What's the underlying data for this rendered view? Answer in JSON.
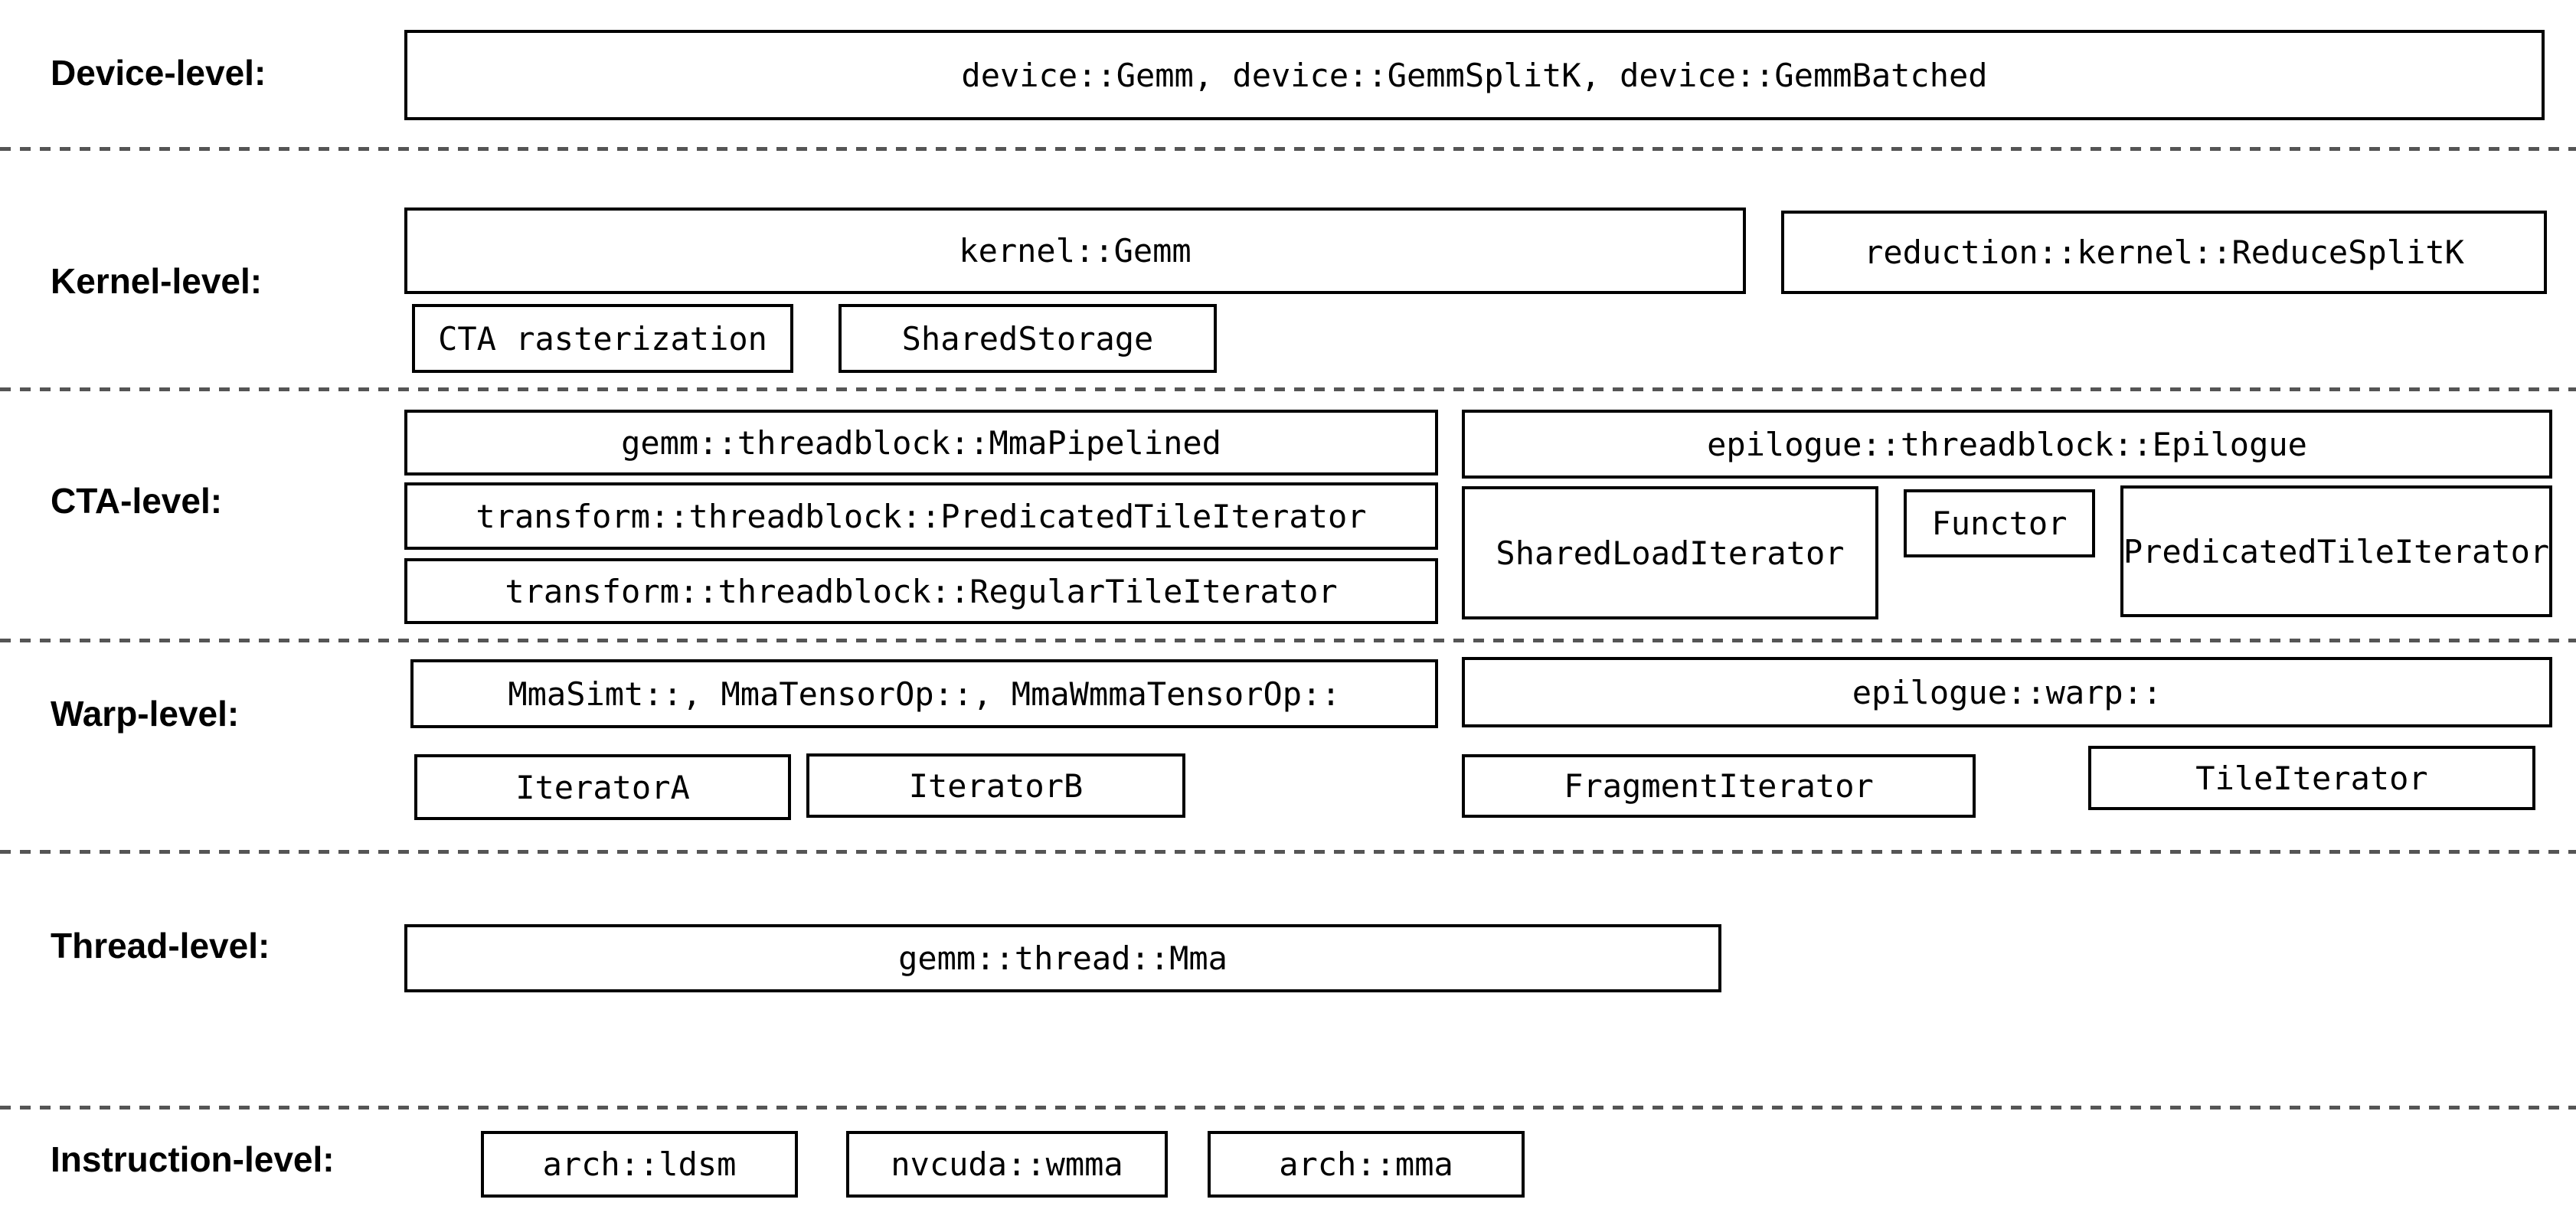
{
  "levels": {
    "device": {
      "label": "Device-level:",
      "gemm_box": "device::Gemm, device::GemmSplitK, device::GemmBatched"
    },
    "kernel": {
      "label": "Kernel-level:",
      "gemm": "kernel::Gemm",
      "reduce_splitk": "reduction::kernel::ReduceSplitK",
      "cta_rasterization": "CTA rasterization",
      "shared_storage": "SharedStorage"
    },
    "cta": {
      "label": "CTA-level:",
      "mma_pipelined": "gemm::threadblock::MmaPipelined",
      "epilogue": "epilogue::threadblock::Epilogue",
      "predicated_tile_iterator": "transform::threadblock::PredicatedTileIterator",
      "regular_tile_iterator": "transform::threadblock::RegularTileIterator",
      "shared_load_iterator": "SharedLoadIterator",
      "functor": "Functor",
      "epilogue_predicated_tile_iterator": "PredicatedTileIterator"
    },
    "warp": {
      "label": "Warp-level:",
      "mma_ops": "MmaSimt::, MmaTensorOp::, MmaWmmaTensorOp::",
      "epilogue_warp": "epilogue::warp::",
      "iterator_a": "IteratorA",
      "iterator_b": "IteratorB",
      "fragment_iterator": "FragmentIterator",
      "tile_iterator": "TileIterator"
    },
    "thread": {
      "label": "Thread-level:",
      "mma": "gemm::thread::Mma"
    },
    "instruction": {
      "label": "Instruction-level:",
      "arch_ldsm": "arch::ldsm",
      "nvcuda_wmma": "nvcuda::wmma",
      "arch_mma": "arch::mma"
    }
  },
  "colors": {
    "background": "#ffffff",
    "box_border": "#000000",
    "text": "#000000",
    "divider": "#555555"
  }
}
